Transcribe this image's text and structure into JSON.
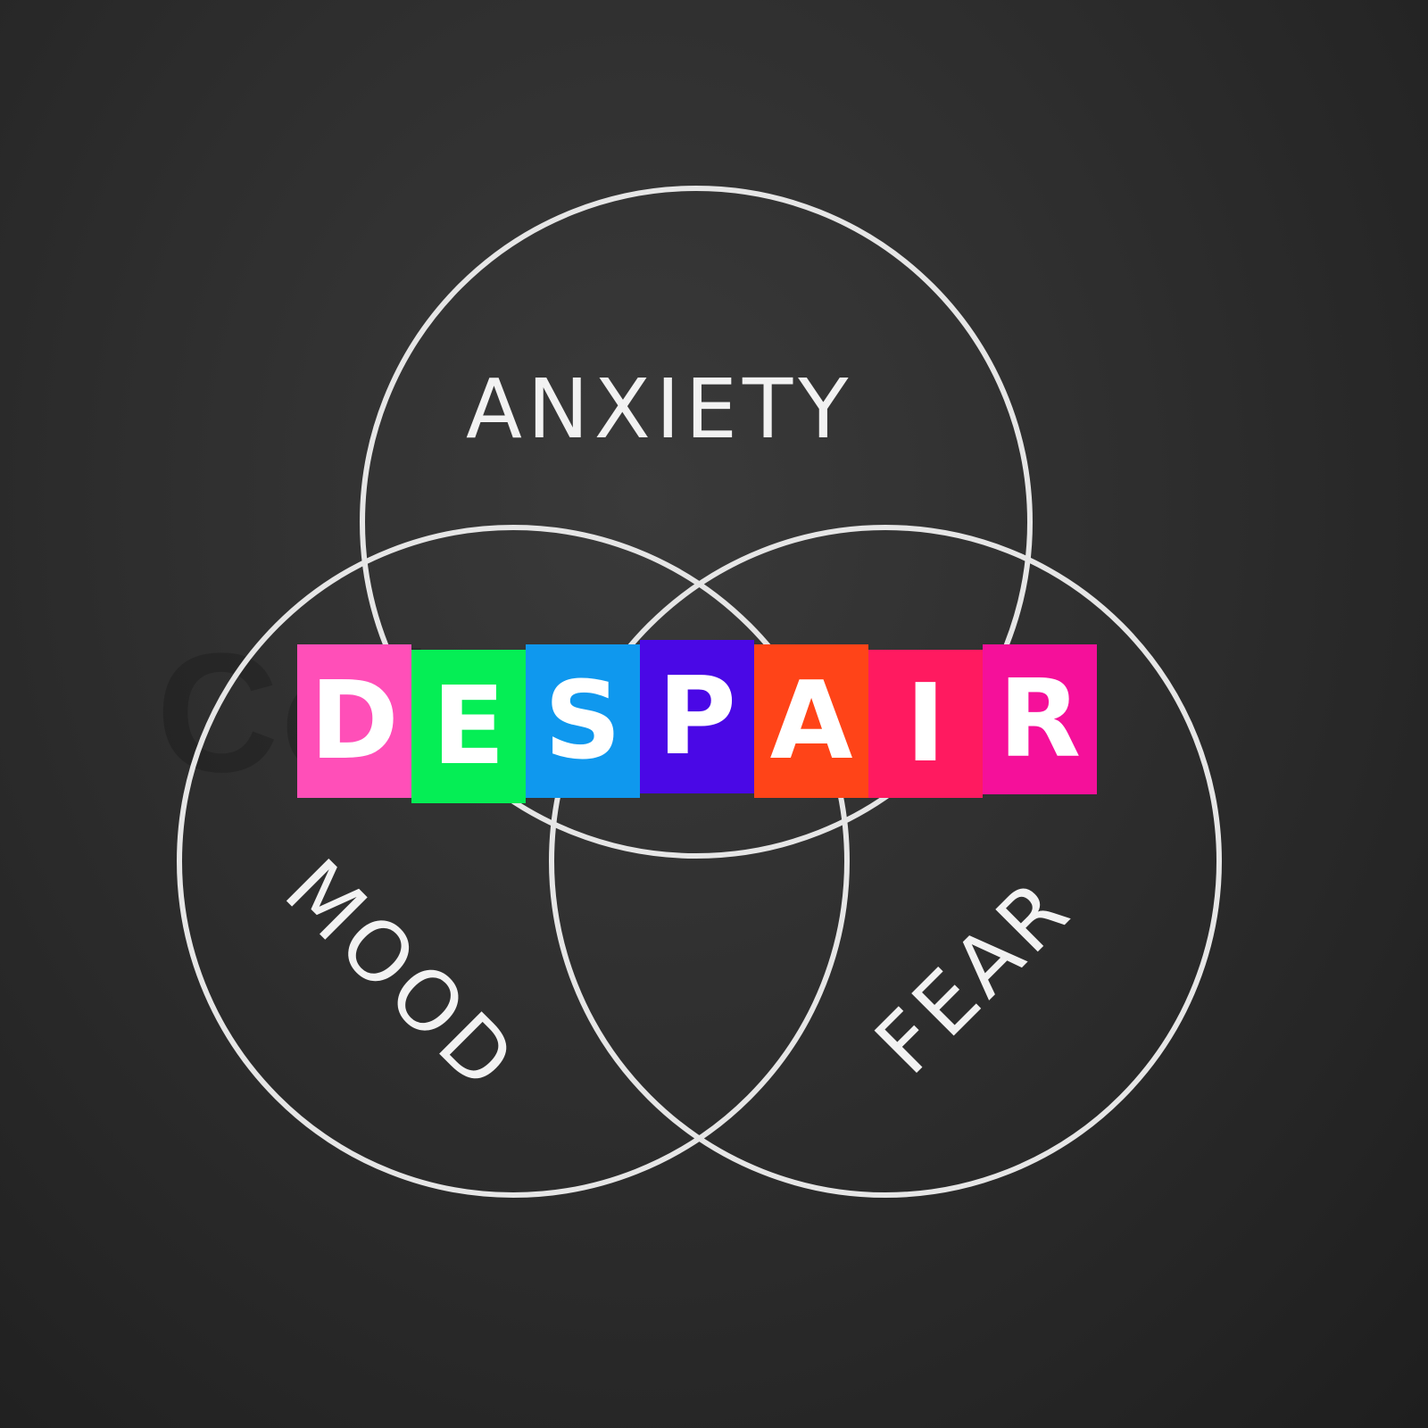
{
  "diagram": {
    "type": "venn",
    "sets": [
      {
        "label": "ANXIETY"
      },
      {
        "label": "MOOD"
      },
      {
        "label": "FEAR"
      }
    ],
    "center_word": {
      "letters": [
        {
          "char": "D",
          "color": "#ff4fb8"
        },
        {
          "char": "E",
          "color": "#05ee55"
        },
        {
          "char": "S",
          "color": "#0f98ee"
        },
        {
          "char": "P",
          "color": "#4a08e6"
        },
        {
          "char": "A",
          "color": "#ff4418"
        },
        {
          "char": "I",
          "color": "#ff1a60"
        },
        {
          "char": "R",
          "color": "#f5109a"
        }
      ]
    },
    "line_color": "#e8e8e8",
    "background": "#2e2e2e"
  },
  "watermark": "Colourbox"
}
